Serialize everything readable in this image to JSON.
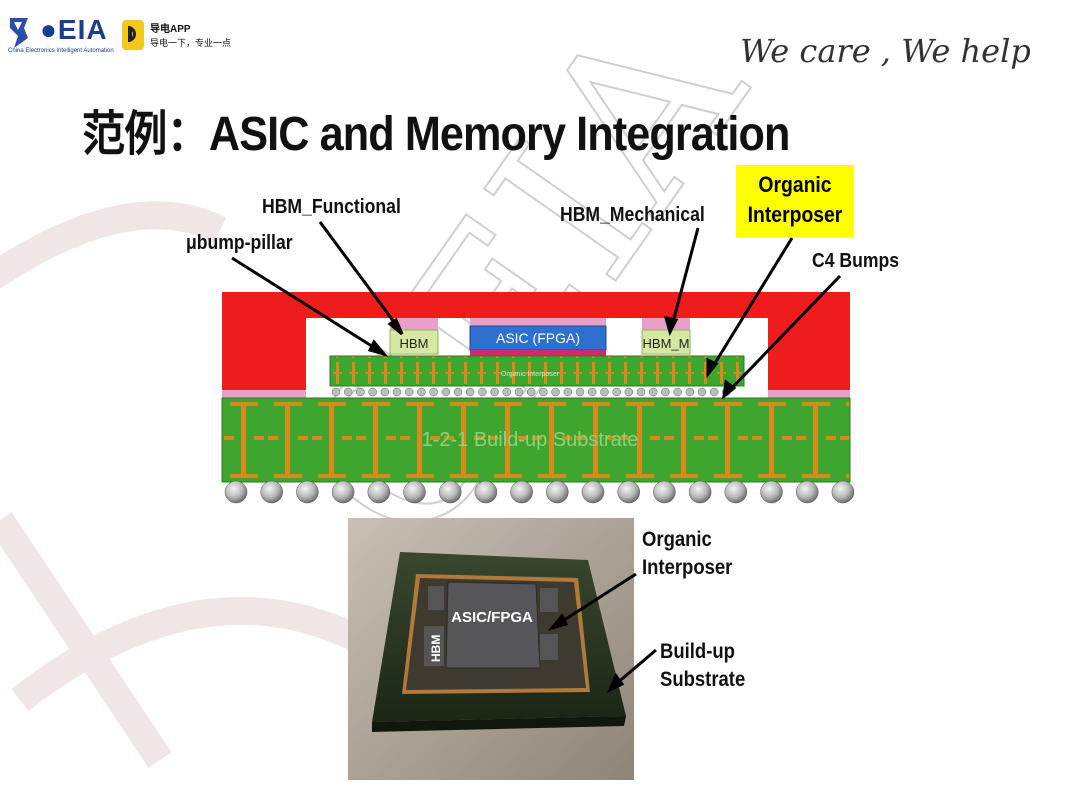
{
  "header": {
    "org_logo_text": "EIA",
    "org_subtitle": "China Electronics Intelligent Automation",
    "app_name": "导电APP",
    "app_slogan": "导电一下，专业一点",
    "tagline": "We care , We help"
  },
  "title": "范例：ASIC and Memory Integration",
  "watermark_text": "CEIA",
  "cross_section": {
    "labels": {
      "hbm_functional": "HBM_Functional",
      "hbm_mechanical": "HBM_Mechanical",
      "ubump_pillar": "μbump-pillar",
      "organic_line1": "Organic",
      "organic_line2": "Interposer",
      "c4_bumps": "C4 Bumps"
    },
    "chips": {
      "hbm_left": "HBM",
      "asic": "ASIC (FPGA)",
      "hbm_right": "HBM_M"
    },
    "interposer_text": "Organic Interposer",
    "substrate_text": "1-2-1 Build-up Substrate",
    "colors": {
      "lid": "#ee1c1c",
      "substrate": "#3ea62e",
      "trace": "#d98a1e",
      "asic": "#2f6fd0",
      "hbm": "#d6e8a0",
      "pink": "#e8a0c8"
    }
  },
  "photo": {
    "chip_label": "ASIC/FPGA",
    "hbm_label": "HBM",
    "interposer_line1": "Organic",
    "interposer_line2": "Interposer",
    "substrate_line1": "Build-up",
    "substrate_line2": "Substrate"
  }
}
